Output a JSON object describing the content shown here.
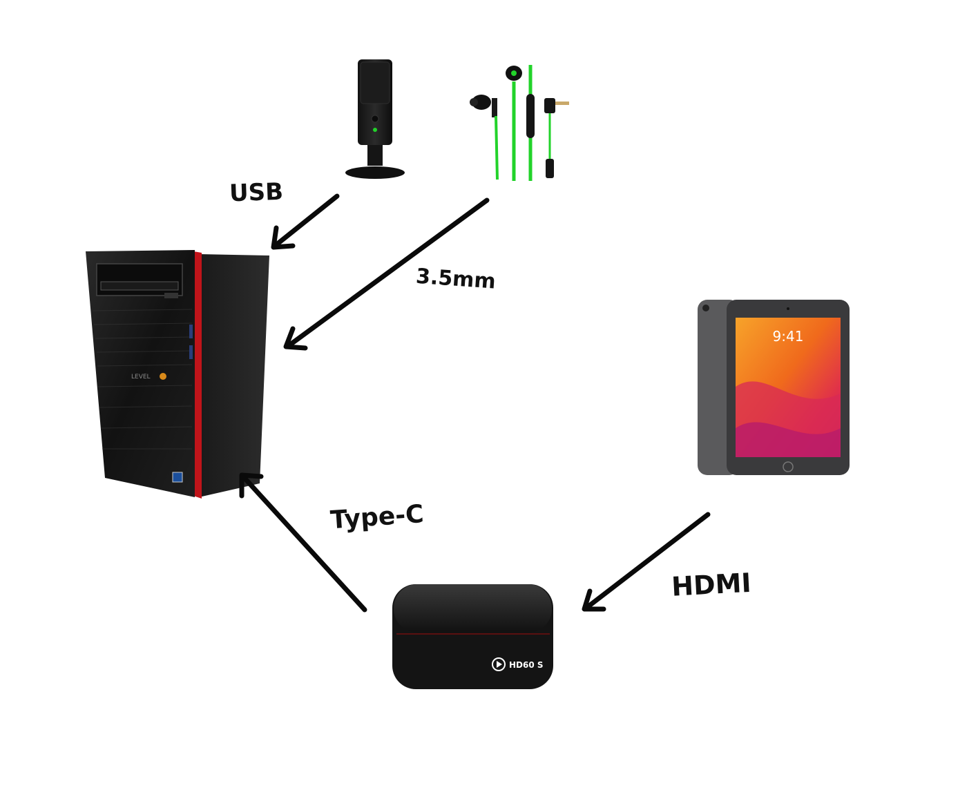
{
  "connections": {
    "usb": "USB",
    "mm35": "3.5mm",
    "typec": "Type-C",
    "hdmi": "HDMI"
  },
  "devices": {
    "ipad_time": "9:41",
    "capture_model": "HD60 S"
  },
  "colors": {
    "accent_red": "#c0141a",
    "accent_green": "#22d32a",
    "ipad_orange": "#f07a1c",
    "ink": "#0a0a0a"
  }
}
